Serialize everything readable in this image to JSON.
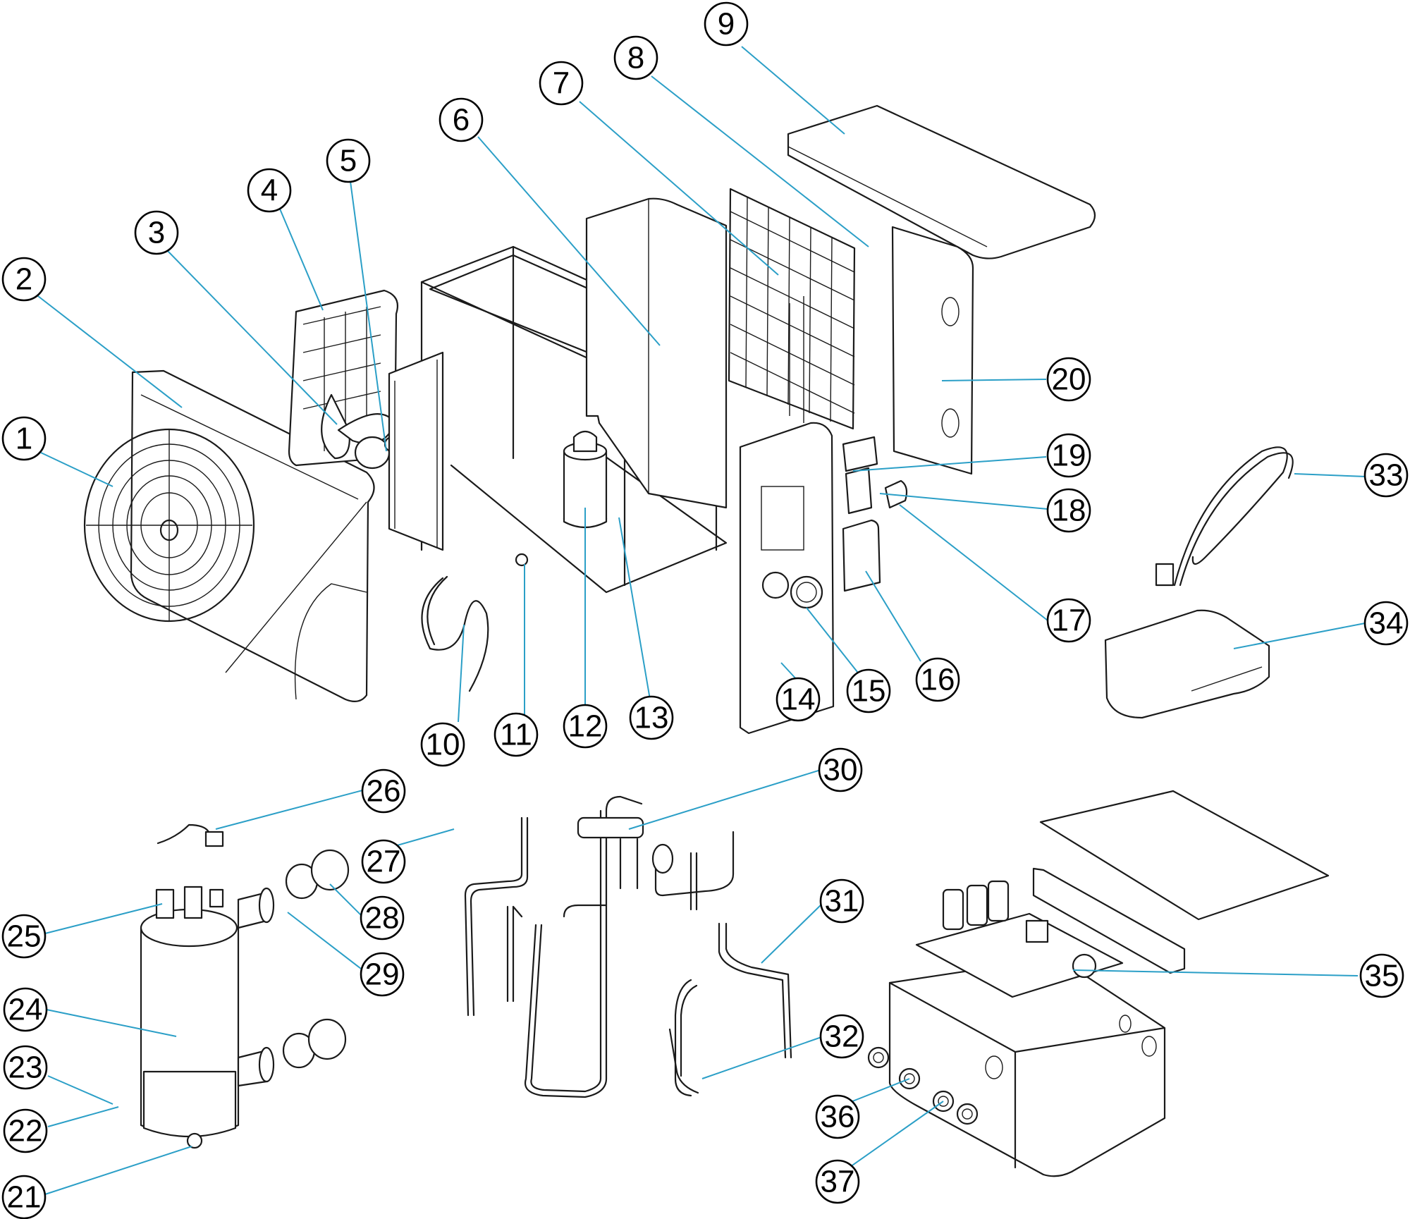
{
  "colors": {
    "leader": "#2b9fc7",
    "outline": "#1a1a1a",
    "background": "#ffffff"
  },
  "callouts": [
    "1",
    "2",
    "3",
    "4",
    "5",
    "6",
    "7",
    "8",
    "9",
    "10",
    "11",
    "12",
    "13",
    "14",
    "15",
    "16",
    "17",
    "18",
    "19",
    "20",
    "21",
    "22",
    "23",
    "24",
    "25",
    "26",
    "27",
    "28",
    "29",
    "30",
    "31",
    "32",
    "33",
    "34",
    "35",
    "36",
    "37"
  ]
}
